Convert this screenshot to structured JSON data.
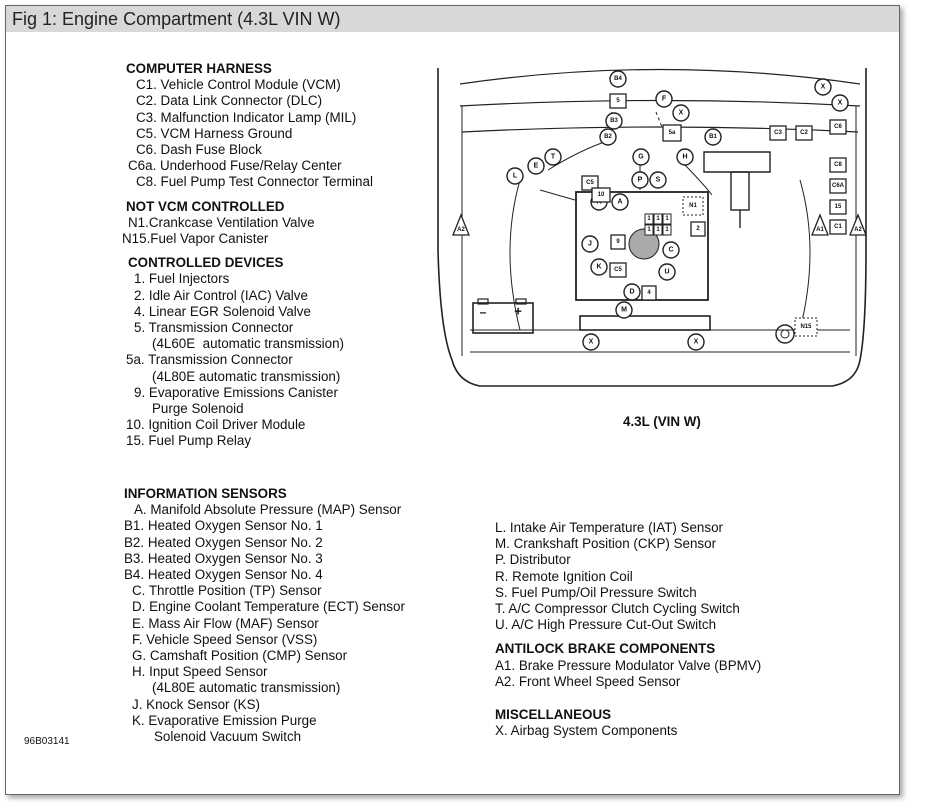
{
  "figure": {
    "title": "Fig 1: Engine Compartment (4.3L VIN W)",
    "caption": "4.3L (VIN W)",
    "code": "96B03141"
  },
  "computer_harness": {
    "heading": "COMPUTER HARNESS",
    "items": [
      "C1. Vehicle Control Module (VCM)",
      "C2. Data Link Connector (DLC)",
      "C3. Malfunction Indicator Lamp (MIL)",
      "C5. VCM Harness Ground",
      "C6. Dash Fuse Block",
      "C6a. Underhood Fuse/Relay Center",
      "C8. Fuel Pump Test Connector Terminal"
    ]
  },
  "not_vcm": {
    "heading": "NOT VCM CONTROLLED",
    "items": [
      "N1.Crankcase Ventilation Valve",
      "N15.Fuel Vapor Canister"
    ]
  },
  "controlled_devices": {
    "heading": "CONTROLLED DEVICES",
    "items": [
      "1. Fuel Injectors",
      "2. Idle Air Control (IAC) Valve",
      "4. Linear EGR Solenoid Valve",
      "5. Transmission Connector",
      "(4L60E  automatic transmission)",
      "5a. Transmission Connector",
      "(4L80E automatic transmission)",
      "9. Evaporative Emissions Canister",
      "Purge Solenoid",
      "10. Ignition Coil Driver Module",
      "15. Fuel Pump Relay"
    ]
  },
  "information_sensors": {
    "heading": "INFORMATION SENSORS",
    "items_left": [
      "A. Manifold Absolute Pressure (MAP) Sensor",
      "B1. Heated Oxygen Sensor No. 1",
      "B2. Heated Oxygen Sensor No. 2",
      "B3. Heated Oxygen Sensor No. 3",
      "B4. Heated Oxygen Sensor No. 4",
      "C. Throttle Position (TP) Sensor",
      "D. Engine Coolant Temperature (ECT) Sensor",
      "E. Mass Air Flow (MAF) Sensor",
      "F. Vehicle Speed Sensor (VSS)",
      "G. Camshaft Position (CMP) Sensor",
      "H. Input Speed Sensor",
      "(4L80E automatic transmission)",
      "J. Knock Sensor (KS)",
      "K. Evaporative Emission Purge",
      "Solenoid Vacuum Switch"
    ],
    "items_right": [
      "L. Intake Air Temperature (IAT) Sensor",
      "M. Crankshaft Position (CKP) Sensor",
      "P. Distributor",
      "R. Remote Ignition Coil",
      "S. Fuel Pump/Oil Pressure Switch",
      "T. A/C Compressor Clutch Cycling Switch",
      "U. A/C High Pressure Cut-Out Switch"
    ]
  },
  "antilock": {
    "heading": "ANTILOCK BRAKE COMPONENTS",
    "items": [
      "A1. Brake Pressure Modulator Valve (BPMV)",
      "A2. Front Wheel Speed Sensor"
    ]
  },
  "miscellaneous": {
    "heading": "MISCELLANEOUS",
    "items": [
      "X. Airbag System Components"
    ]
  },
  "diagram_labels": {
    "circles": [
      "B4",
      "F",
      "X",
      "X",
      "X",
      "B3",
      "B2",
      "B1",
      "H",
      "G",
      "T",
      "E",
      "L",
      "P",
      "S",
      "R",
      "A",
      "J",
      "C",
      "K",
      "U",
      "D",
      "M",
      "X",
      "X"
    ],
    "boxes": [
      "5",
      "5a",
      "C3",
      "C2",
      "C6",
      "C8",
      "C6A",
      "15",
      "C1",
      "C5",
      "10",
      "9",
      "2",
      "C5",
      "4"
    ],
    "triangles": [
      "A2",
      "A1",
      "A2"
    ],
    "dashed": [
      "N1",
      "N15"
    ],
    "battery": [
      "–",
      "+"
    ]
  }
}
